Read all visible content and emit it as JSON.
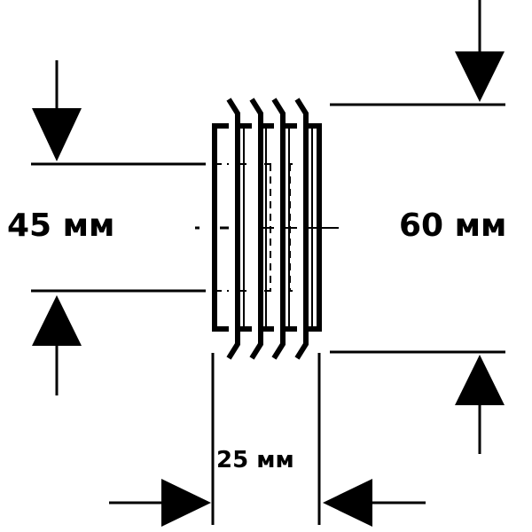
{
  "dimensions": {
    "inner_diameter": "45 мм",
    "outer_diameter": "60 мм",
    "length": "25 мм"
  },
  "colors": {
    "ink": "#000000",
    "background": "#ffffff"
  }
}
